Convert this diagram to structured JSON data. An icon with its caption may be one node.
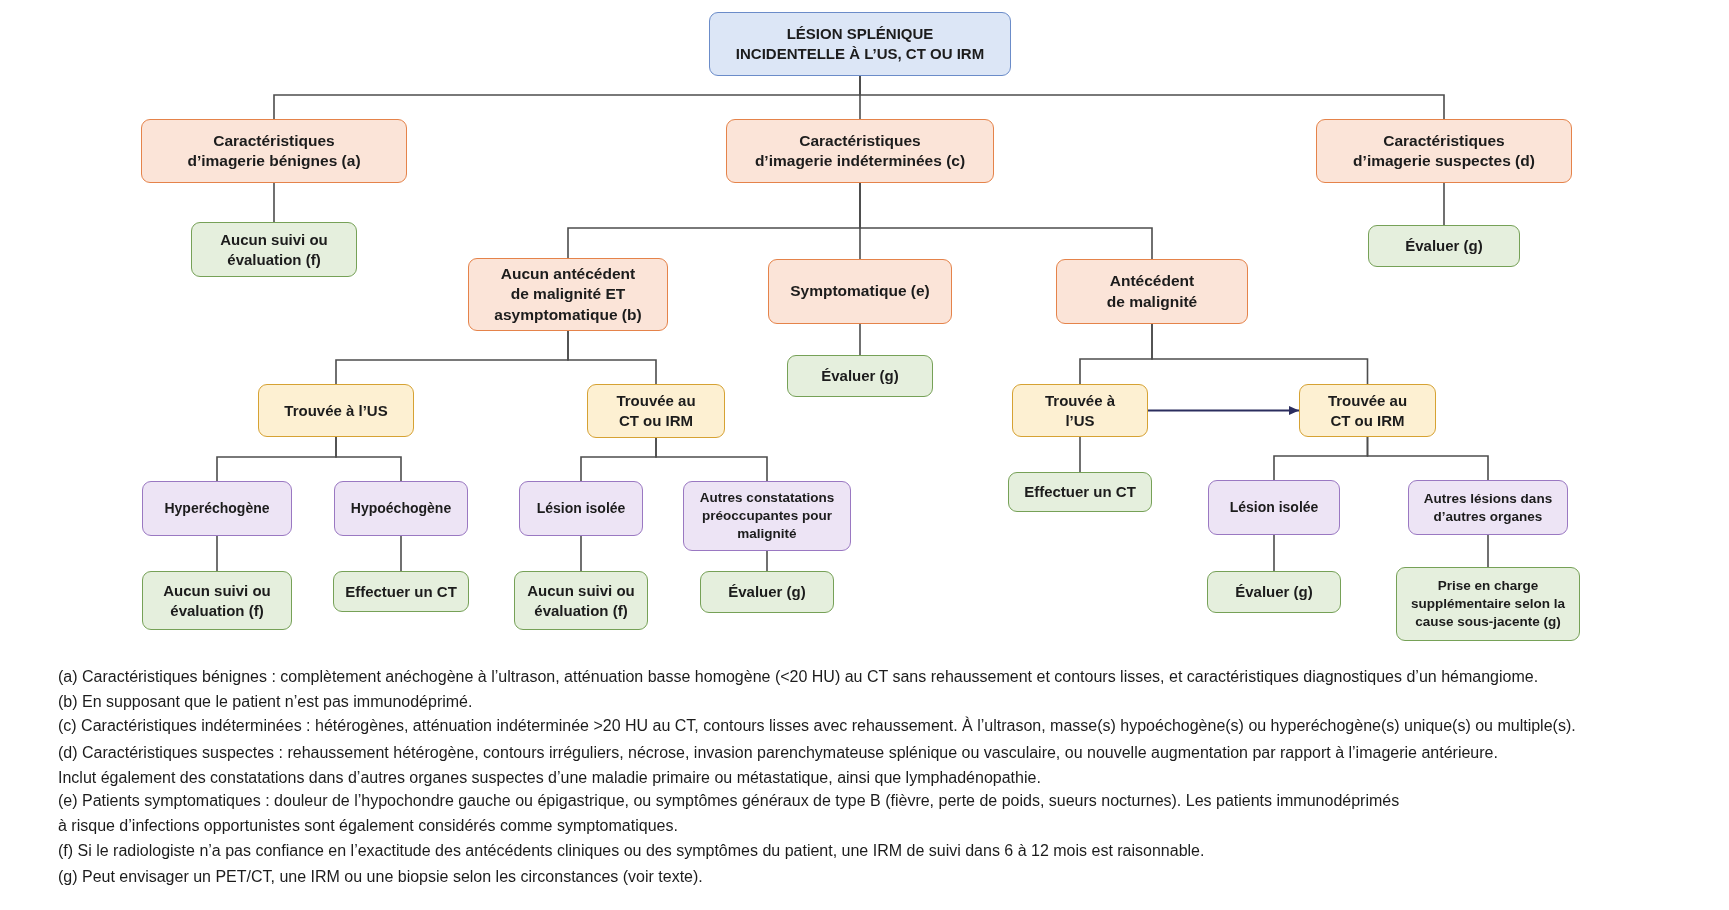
{
  "diagram": {
    "nodes": [
      {
        "text": [
          "LÉSION SPLÉNIQUE INCIDENTELLE À L’US, CT OU IRM"
        ]
      },
      {
        "text": [
          "Caractéristiques d’imagerie bénignes (a)"
        ]
      },
      {
        "text": [
          "Caractéristiques d’imagerie indéterminées (c)"
        ]
      },
      {
        "text": [
          "Caractéristiques d’imagerie suspectes (d)"
        ]
      },
      {
        "text": [
          "Aucun suivi ou évaluation (f)"
        ]
      },
      {
        "text": [
          "Évaluer (g)"
        ]
      },
      {
        "text": [
          "Aucun antécédent de malignité ET asymptomatique (b)"
        ]
      },
      {
        "text": [
          "Symptomatique (e)"
        ]
      },
      {
        "text": [
          "Antécédent de malignité"
        ]
      },
      {
        "text": [
          "Évaluer (g)"
        ]
      },
      {
        "text": [
          "Trouvée à l’US"
        ]
      },
      {
        "text": [
          "Trouvée au CT ou IRM"
        ]
      },
      {
        "text": [
          "Trouvée à l’US"
        ]
      },
      {
        "text": [
          "Trouvée au CT ou IRM"
        ]
      },
      {
        "text": [
          "Hyperéchogène"
        ]
      },
      {
        "text": [
          "Hypoéchogène"
        ]
      },
      {
        "text": [
          "Lésion isolée"
        ]
      },
      {
        "text": [
          "Autres constatations préoccupantes pour malignité"
        ]
      },
      {
        "text": [
          "Effectuer un CT"
        ]
      },
      {
        "text": [
          "Lésion isolée"
        ]
      },
      {
        "text": [
          "Autres lésions dans d’autres organes"
        ]
      },
      {
        "text": [
          "Aucun suivi ou évaluation (f)"
        ]
      },
      {
        "text": [
          "Effectuer un CT"
        ]
      },
      {
        "text": [
          "Aucun suivi ou évaluation (f)"
        ]
      },
      {
        "text": [
          "Évaluer (g)"
        ]
      },
      {
        "text": [
          "Évaluer (g)"
        ]
      },
      {
        "text": [
          "Prise en charge supplémentaire selon la cause sous-jacente (g)"
        ]
      }
    ],
    "edges": [
      {
        "from": 0,
        "to": 1,
        "arrow": "none"
      },
      {
        "from": 0,
        "to": 2,
        "arrow": "none"
      },
      {
        "from": 0,
        "to": 3,
        "arrow": "none"
      },
      {
        "from": 1,
        "to": 4,
        "arrow": "none"
      },
      {
        "from": 3,
        "to": 5,
        "arrow": "none"
      },
      {
        "from": 2,
        "to": 6,
        "arrow": "none"
      },
      {
        "from": 2,
        "to": 7,
        "arrow": "none"
      },
      {
        "from": 2,
        "to": 8,
        "arrow": "none"
      },
      {
        "from": 7,
        "to": 9,
        "arrow": "none"
      },
      {
        "from": 6,
        "to": 10,
        "arrow": "none"
      },
      {
        "from": 6,
        "to": 11,
        "arrow": "none"
      },
      {
        "from": 8,
        "to": 12,
        "arrow": "none"
      },
      {
        "from": 8,
        "to": 13,
        "arrow": "none"
      },
      {
        "from": 12,
        "to": 13,
        "arrow": "to",
        "color": "#2b2d5e"
      },
      {
        "from": 10,
        "to": 14,
        "arrow": "none"
      },
      {
        "from": 10,
        "to": 15,
        "arrow": "none"
      },
      {
        "from": 11,
        "to": 16,
        "arrow": "none"
      },
      {
        "from": 11,
        "to": 17,
        "arrow": "none"
      },
      {
        "from": 12,
        "to": 18,
        "arrow": "none"
      },
      {
        "from": 13,
        "to": 19,
        "arrow": "none"
      },
      {
        "from": 13,
        "to": 20,
        "arrow": "none"
      },
      {
        "from": 14,
        "to": 21,
        "arrow": "none"
      },
      {
        "from": 15,
        "to": 22,
        "arrow": "none"
      },
      {
        "from": 16,
        "to": 23,
        "arrow": "none"
      },
      {
        "from": 17,
        "to": 24,
        "arrow": "none"
      },
      {
        "from": 19,
        "to": 25,
        "arrow": "none"
      },
      {
        "from": 20,
        "to": 26,
        "arrow": "none"
      }
    ],
    "labels": [
      "(a) Caractéristiques bénignes : complètement anéchogène à l’ultrason, atténuation basse homogène (<20 HU) au CT sans rehaussement et contours lisses, et caractéristiques diagnostiques d’un hémangiome.",
      "(b) En supposant que le patient n’est pas immunodéprimé.",
      "(c) Caractéristiques indéterminées : hétérogènes, atténuation indéterminée >20 HU au CT, contours lisses avec rehaussement. À l’ultrason, masse(s) hypoéchogène(s) ou hyperéchogène(s) unique(s) ou multiple(s).",
      "(d) Caractéristiques suspectes : rehaussement hétérogène, contours irréguliers, nécrose, invasion parenchymateuse splénique ou vasculaire, ou nouvelle augmentation par rapport à l’imagerie antérieure. Inclut également des constatations dans d’autres organes suspectes d’une maladie primaire ou métastatique, ainsi que lymphadénopathie.",
      "(e) Patients symptomatiques : douleur de l’hypochondre gauche ou épigastrique, ou symptômes généraux de type B (fièvre, perte de poids, sueurs nocturnes). Les patients immunodéprimés à risque d’infections opportunistes sont également considérés comme symptomatiques.",
      "(f) Si le radiologiste n’a pas confiance en l’exactitude des antécédents cliniques ou des symptômes du patient, une IRM de suivi dans 6 à 12 mois est raisonnable.",
      "(g) Peut envisager un PET/CT, une IRM ou une biopsie selon les circonstances (voir texte)."
    ]
  }
}
